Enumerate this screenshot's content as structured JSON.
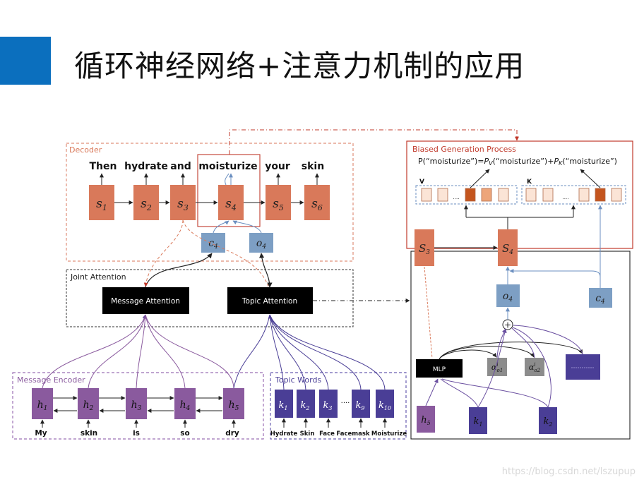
{
  "slide": {
    "title": "循环神经网络+注意力机制的应用",
    "watermark": "https://blog.csdn.net/lszupup"
  },
  "decoder": {
    "label": "Decoder",
    "words": [
      "Then",
      "hydrate",
      "and",
      "moisturize",
      "your",
      "skin"
    ],
    "states": [
      {
        "base": "s",
        "sub": "1"
      },
      {
        "base": "s",
        "sub": "2"
      },
      {
        "base": "s",
        "sub": "3"
      },
      {
        "base": "s",
        "sub": "4"
      },
      {
        "base": "s",
        "sub": "5"
      },
      {
        "base": "s",
        "sub": "6"
      }
    ],
    "context": {
      "base": "c",
      "sub": "4"
    },
    "output": {
      "base": "o",
      "sub": "4"
    }
  },
  "joint_attention": {
    "label": "Joint Attention",
    "message_attention": "Message Attention",
    "topic_attention": "Topic Attention"
  },
  "message_encoder": {
    "label": "Message Encoder",
    "states": [
      {
        "base": "h",
        "sub": "1"
      },
      {
        "base": "h",
        "sub": "2"
      },
      {
        "base": "h",
        "sub": "3"
      },
      {
        "base": "h",
        "sub": "4"
      },
      {
        "base": "h",
        "sub": "5"
      }
    ],
    "words": [
      "My",
      "skin",
      "is",
      "so",
      "dry"
    ]
  },
  "topic_words": {
    "label": "Topic Words",
    "states": [
      {
        "base": "k",
        "sub": "1"
      },
      {
        "base": "k",
        "sub": "2"
      },
      {
        "base": "k",
        "sub": "3"
      },
      {
        "base": "k",
        "sub": "9"
      },
      {
        "base": "k",
        "sub": "10"
      }
    ],
    "ellipsis": "····",
    "words": [
      "Hydrate",
      "Skin",
      "Face",
      "Facemask",
      "Moisturize"
    ]
  },
  "biased_generation": {
    "label": "Biased Generation Process",
    "formula": {
      "lhs": "P(“moisturize”)=",
      "pv": "P",
      "pv_sub": "V",
      "pv_arg": "(“moisturize”)+",
      "pk": "P",
      "pk_sub": "K",
      "pk_arg": "(“moisturize”)"
    },
    "v_label": "V",
    "k_label": "K",
    "ellipsis": "····"
  },
  "detail": {
    "s3": {
      "base": "S",
      "sub": "3"
    },
    "s4": {
      "base": "S",
      "sub": "4"
    },
    "o4": {
      "base": "o",
      "sub": "4"
    },
    "c4": {
      "base": "c",
      "sub": "4"
    },
    "plus": "+",
    "mlp": "MLP",
    "alpha1": {
      "base": "α",
      "sub": "o1",
      "sup": "i"
    },
    "alpha2": {
      "base": "α",
      "sub": "o2",
      "sup": "i"
    },
    "h5": {
      "base": "h",
      "sub": "5"
    },
    "k1": {
      "base": "k",
      "sub": "1"
    },
    "k2": {
      "base": "k",
      "sub": "2"
    }
  },
  "colors": {
    "accent": "#0b6fbe",
    "decoder_state": "#d9795a",
    "context_box": "#7d9fc4",
    "encoder_state": "#8a5a9e",
    "topic_state": "#4a3e96",
    "decoder_frame": "#e0907a",
    "bias_frame": "#c0392b",
    "gray_box": "#8c8c8c"
  }
}
